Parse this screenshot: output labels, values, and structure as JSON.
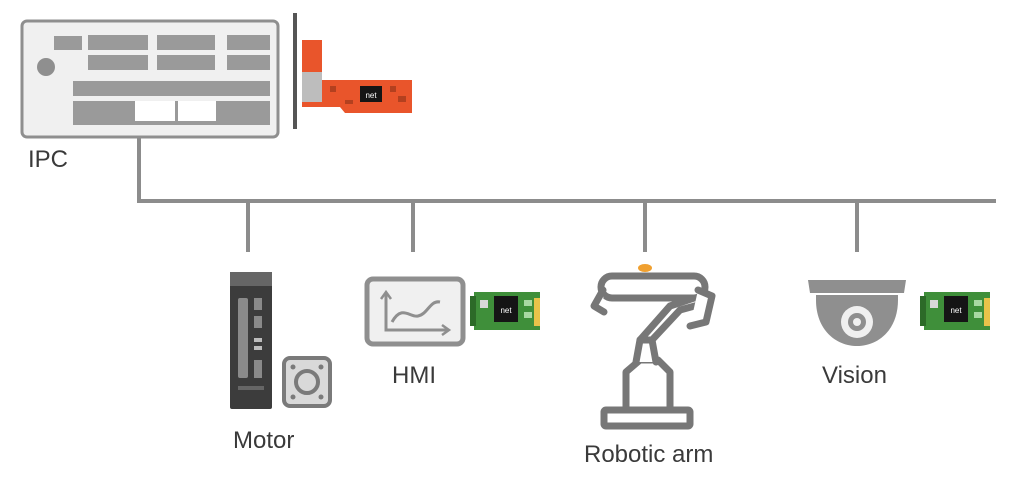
{
  "labels": {
    "ipc": "IPC",
    "motor": "Motor",
    "hmi": "HMI",
    "robotic_arm": "Robotic arm",
    "vision": "Vision"
  },
  "module_text": "net",
  "colors": {
    "line": "#8c8c8c",
    "device_gray": "#8f8f8f",
    "light_fill": "#efefef",
    "card_red": "#e9552b",
    "module_green": "#3f8f3a",
    "accent_orange": "#f0a030"
  },
  "icons": {
    "ipc": "industrial-pc-icon",
    "network_card": "pci-network-card-icon",
    "motor": "servo-drive-motor-icon",
    "hmi": "hmi-chart-screen-icon",
    "robotic_arm": "robotic-arm-icon",
    "vision": "dome-camera-icon",
    "module": "embedded-network-module-icon"
  }
}
